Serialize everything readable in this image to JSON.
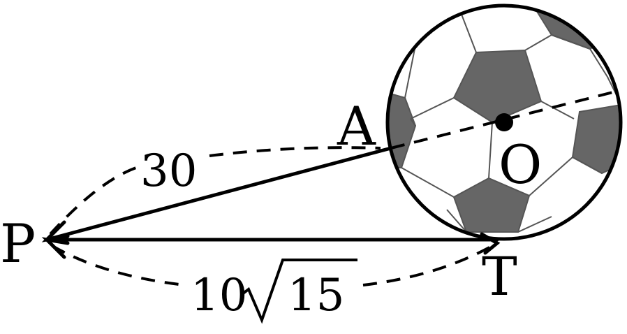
{
  "points": {
    "P": "P",
    "A": "A",
    "O": "O",
    "T": "T"
  },
  "lengths": {
    "PA_coefficient": "30",
    "PT_coefficient": "10",
    "PT_radicand": "15"
  },
  "colors": {
    "ink": "#000000",
    "ball_patch": "#666666",
    "ball_seam": "#555555"
  },
  "icons": {
    "ball": "soccer-ball-icon"
  }
}
